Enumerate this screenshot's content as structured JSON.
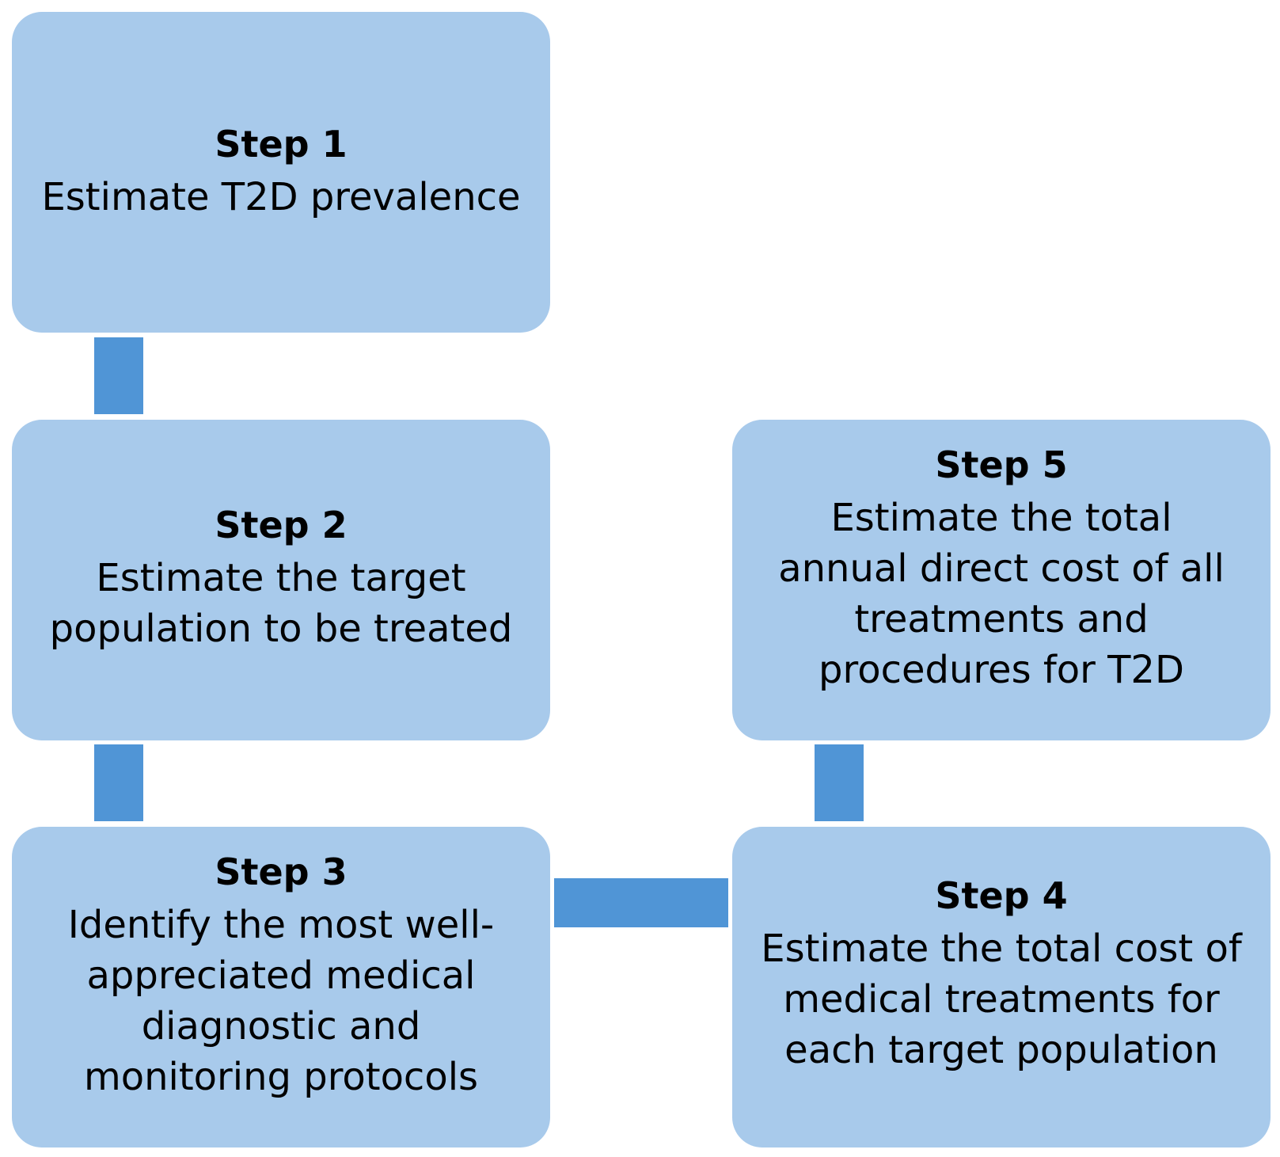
{
  "colors": {
    "box_fill": "#a8caeb",
    "connector": "#5095d6",
    "text": "#000000",
    "background": "#ffffff"
  },
  "steps": [
    {
      "title": "Step 1",
      "lines": [
        "Estimate T2D prevalence"
      ]
    },
    {
      "title": "Step 2",
      "lines": [
        "Estimate the target",
        "population to be treated"
      ]
    },
    {
      "title": "Step 3",
      "lines": [
        "Identify the most well-",
        "appreciated medical",
        "diagnostic and",
        "monitoring protocols"
      ]
    },
    {
      "title": "Step 4",
      "lines": [
        "Estimate the total cost of",
        "medical treatments for",
        "each target population"
      ]
    },
    {
      "title": "Step 5",
      "lines": [
        "Estimate the total",
        "annual direct cost of all",
        "treatments and",
        "procedures for T2D"
      ]
    }
  ]
}
